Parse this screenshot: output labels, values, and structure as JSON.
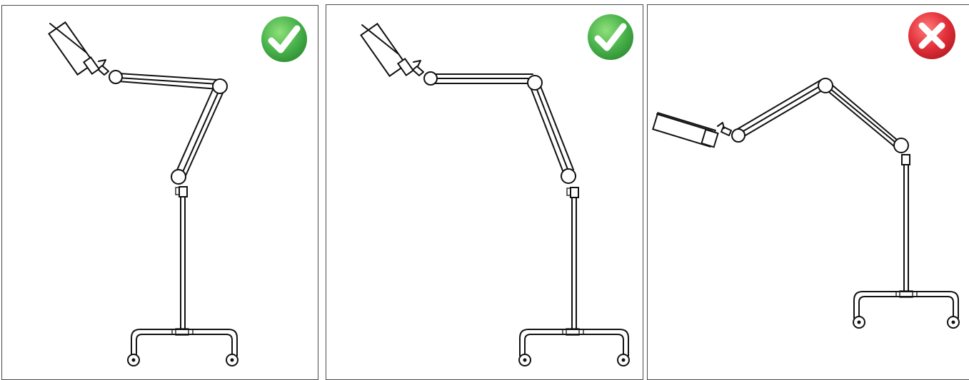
{
  "panels": [
    {
      "verdict": "correct",
      "badge_icon": "check-icon"
    },
    {
      "verdict": "correct",
      "badge_icon": "check-icon"
    },
    {
      "verdict": "incorrect",
      "badge_icon": "cross-icon"
    }
  ],
  "colors": {
    "correct_badge": "#46b04a",
    "correct_badge_light": "#7ed36a",
    "incorrect_badge": "#e2303a",
    "incorrect_badge_light": "#ff6b6b",
    "line": "#111111",
    "panel_border": "#4a4a4a"
  }
}
